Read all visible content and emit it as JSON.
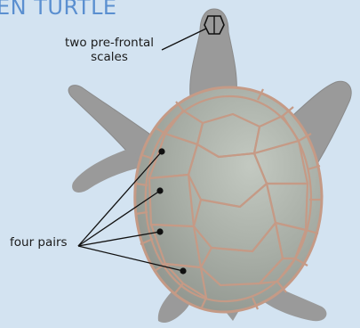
{
  "title": "EN TURTLE",
  "labels": {
    "prefrontal_line1": "two pre-frontal",
    "prefrontal_line2": "scales",
    "four_pairs": "four pairs"
  },
  "colors": {
    "background": "#d3e3f1",
    "title": "#5a8fd0",
    "body": "#9a9a9a",
    "carapace": "#aab0a9",
    "scute_outline": "#c59a86",
    "marker": "#111111"
  }
}
